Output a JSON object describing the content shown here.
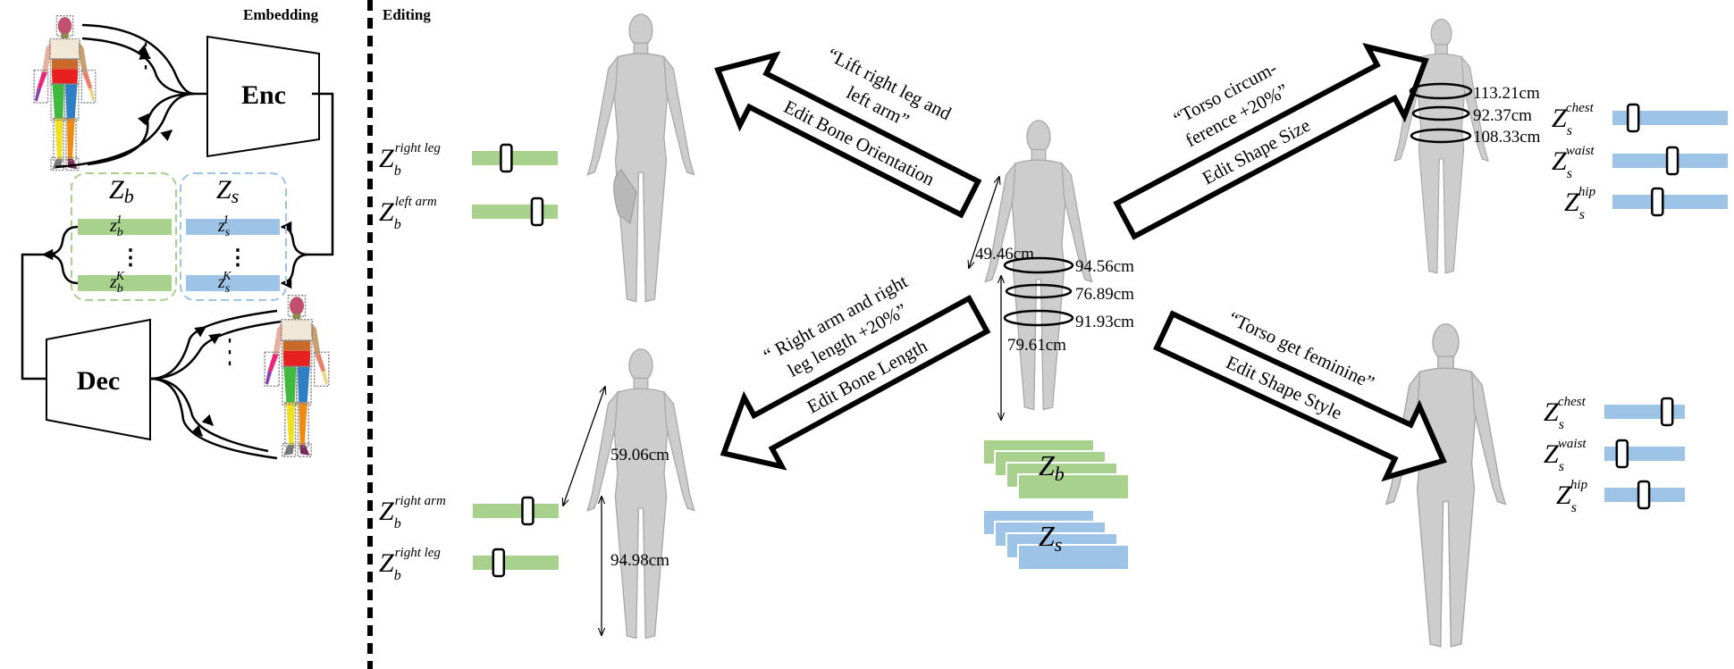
{
  "sections": {
    "embedding": "Embedding",
    "editing": "Editing"
  },
  "encoder": {
    "label": "Enc"
  },
  "decoder": {
    "label": "Dec"
  },
  "latent": {
    "bone": {
      "var": "Z",
      "sub": "b",
      "items": [
        {
          "var": "z",
          "sub": "b",
          "sup": "1"
        },
        {
          "var": "z",
          "sub": "b",
          "sup": "K"
        }
      ]
    },
    "shape": {
      "var": "Z",
      "sub": "s",
      "items": [
        {
          "var": "z",
          "sub": "s",
          "sup": "1"
        },
        {
          "var": "z",
          "sub": "s",
          "sup": "K"
        }
      ]
    },
    "ellipsis": "⋮"
  },
  "colors": {
    "bone": "#a9d18e",
    "shape": "#9dc3e6",
    "bone_box": "#a9d18e",
    "shape_box": "#9dc3e6"
  },
  "arrows": {
    "bone_orientation": {
      "prompt_line1": "“Lift right leg and",
      "prompt_line2": "left arm”",
      "label": "Edit Bone Orientation"
    },
    "shape_size": {
      "prompt_line1": "“Torso circum-",
      "prompt_line2": "ference +20%”",
      "label": "Edit Shape Size"
    },
    "bone_length": {
      "prompt_line1": "“ Right arm and right",
      "prompt_line2": "leg length +20%”",
      "label": "Edit Bone Length"
    },
    "shape_style": {
      "prompt_line1": "“Torso get feminine”",
      "label": "Edit Shape Style"
    }
  },
  "measurements": {
    "center": {
      "chest": "94.56cm",
      "waist": "76.89cm",
      "hip": "91.93cm",
      "arm": "49.46cm",
      "leg": "79.61cm"
    },
    "shape_size": {
      "chest": "113.21cm",
      "waist": "92.37cm",
      "hip": "108.33cm"
    },
    "bone_length": {
      "arm": "59.06cm",
      "leg": "94.98cm"
    }
  },
  "latent_stacks": {
    "bone": {
      "var": "Z",
      "sub": "b"
    },
    "shape": {
      "var": "Z",
      "sub": "s"
    }
  },
  "sliders": [
    {
      "group": "bone_orientation",
      "var": "Z",
      "sub": "b",
      "sup": "right leg",
      "value": 0.4,
      "kind": "bone"
    },
    {
      "group": "bone_orientation",
      "var": "Z",
      "sub": "b",
      "sup": "left arm",
      "value": 0.76,
      "kind": "bone"
    },
    {
      "group": "bone_length",
      "var": "Z",
      "sub": "b",
      "sup": "right arm",
      "value": 0.64,
      "kind": "bone"
    },
    {
      "group": "bone_length",
      "var": "Z",
      "sub": "b",
      "sup": "right leg",
      "value": 0.3,
      "kind": "bone"
    },
    {
      "group": "shape_size",
      "var": "Z",
      "sub": "s",
      "sup": "chest",
      "value": 0.18,
      "kind": "shape"
    },
    {
      "group": "shape_size",
      "var": "Z",
      "sub": "s",
      "sup": "waist",
      "value": 0.52,
      "kind": "shape"
    },
    {
      "group": "shape_size",
      "var": "Z",
      "sub": "s",
      "sup": "hip",
      "value": 0.39,
      "kind": "shape"
    },
    {
      "group": "shape_style",
      "var": "Z",
      "sub": "s",
      "sup": "chest",
      "value": 0.78,
      "kind": "shape"
    },
    {
      "group": "shape_style",
      "var": "Z",
      "sub": "s",
      "sup": "waist",
      "value": 0.22,
      "kind": "shape"
    },
    {
      "group": "shape_style",
      "var": "Z",
      "sub": "s",
      "sup": "hip",
      "value": 0.49,
      "kind": "shape"
    }
  ]
}
